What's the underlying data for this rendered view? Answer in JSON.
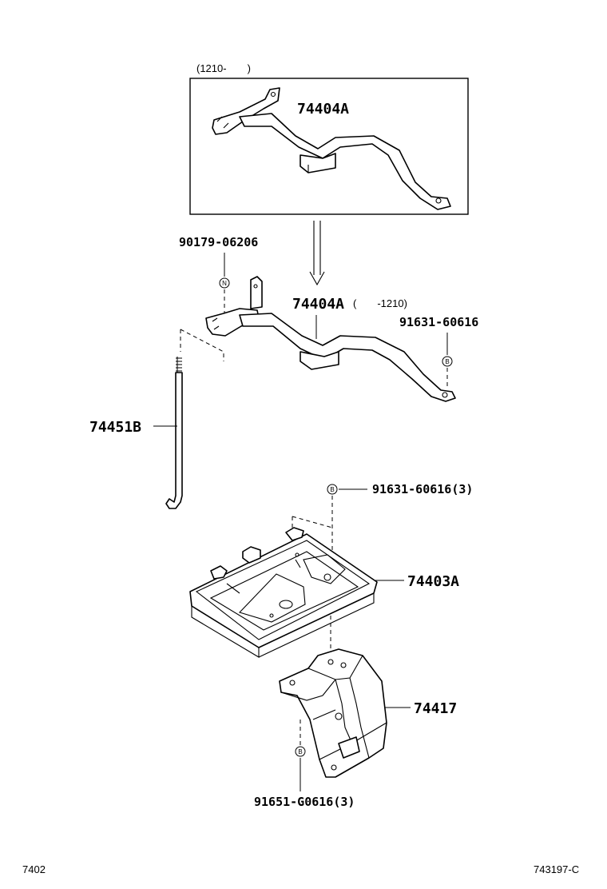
{
  "inset": {
    "range_note": "(1210-　　)",
    "part": "74404A"
  },
  "labels": {
    "p1": "90179-06206",
    "p2": "74404A",
    "p2_note": "(　　-1210)",
    "p3": "91631-60616",
    "p4": "74451B",
    "p5": "91631-60616(3)",
    "p6": "74403A",
    "p7": "74417",
    "p8": "91651-G0616(3)"
  },
  "markers": {
    "n": "N",
    "b": "B"
  },
  "footer": {
    "left": "7402",
    "right": "743197-C"
  }
}
